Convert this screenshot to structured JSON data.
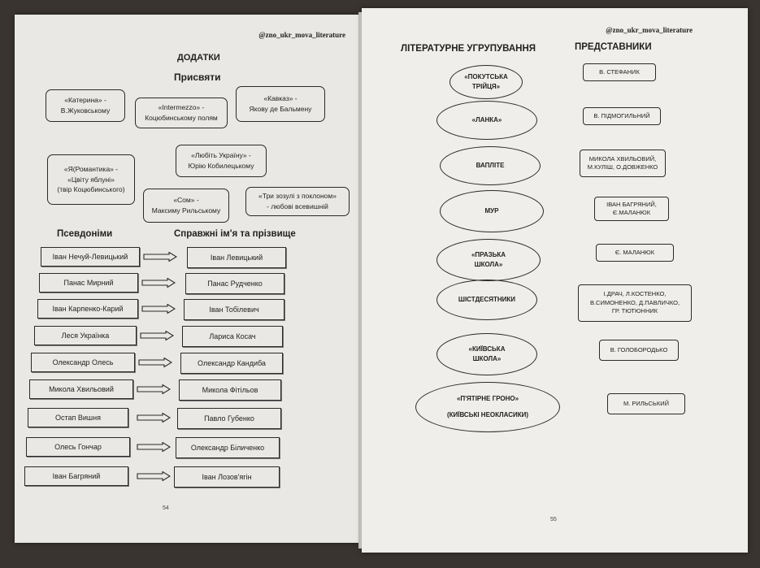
{
  "handle_left": "@zno_ukr_mova_literature",
  "handle_right": "@zno_ukr_mova_literature",
  "left": {
    "title": "ДОДАТКИ",
    "subtitle": "Присвяти",
    "dedications": [
      {
        "lines": [
          "«Катерина» -",
          "В.Жуковському"
        ]
      },
      {
        "lines": [
          "«Intermezzo» -",
          "Коцюбинському полям"
        ]
      },
      {
        "lines": [
          "«Кавказ» -",
          "Якову де Бальмену"
        ]
      },
      {
        "lines": [
          "«Я(Романтика» -",
          "«Цвіту яблуні»",
          "(твір Коцюбинського)"
        ]
      },
      {
        "lines": [
          "«Любіть Україну» -",
          "Юрію Кобилецькому"
        ]
      },
      {
        "lines": [
          "«Сом» -",
          "Максиму Рильському"
        ]
      },
      {
        "lines": [
          "«Три зозулі з поклоном»",
          "- любові всевишній"
        ]
      }
    ],
    "pseudonyms_header": "Псевдоніми",
    "real_names_header": "Справжні ім'я та прізвище",
    "pairs": [
      {
        "pseudonym": "Іван Нечуй-Левицький",
        "real": "Іван  Левицький"
      },
      {
        "pseudonym": "Панас Мирний",
        "real": "Панас Рудченко"
      },
      {
        "pseudonym": "Іван Карпенко-Карий",
        "real": "Іван Тобілевич"
      },
      {
        "pseudonym": "Леся Українка",
        "real": "Лариса Косач"
      },
      {
        "pseudonym": "Олександр Олесь",
        "real": "Олександр Кандиба"
      },
      {
        "pseudonym": "Микола Хвильовий",
        "real": "Микола Фітільов"
      },
      {
        "pseudonym": "Остап Вишня",
        "real": "Павло Губенко"
      },
      {
        "pseudonym": "Олесь Гончар",
        "real": "Олександр Біличенко"
      },
      {
        "pseudonym": "Іван Багряний",
        "real": "Іван Лозов'ягін"
      }
    ],
    "page_number": "54"
  },
  "right": {
    "header_groups": "ЛІТЕРАТУРНЕ УГРУПУВАННЯ",
    "header_reps": "ПРЕДСТАВНИКИ",
    "groups": [
      {
        "lines": [
          "«ПОКУТСЬКА",
          "ТРІЙЦЯ»"
        ],
        "reps": [
          "В. СТЕФАНИК"
        ]
      },
      {
        "lines": [
          "«ЛАНКА»"
        ],
        "reps": [
          "В. ПІДМОГИЛЬНИЙ"
        ]
      },
      {
        "lines": [
          "ВАПЛІТЕ"
        ],
        "reps": [
          "МИКОЛА ХВИЛЬОВИЙ,",
          "М.КУЛІШ, О.ДОВЖЕНКО"
        ]
      },
      {
        "lines": [
          "МУР"
        ],
        "reps": [
          "ІВАН БАГРЯНИЙ,",
          "Є.МАЛАНЮК"
        ]
      },
      {
        "lines": [
          "«ПРАЗЬКА",
          "ШКОЛА»"
        ],
        "reps": [
          "Є. МАЛАНЮК"
        ]
      },
      {
        "lines": [
          "ШІСТДЕСЯТНИКИ"
        ],
        "reps": [
          "І.ДРАЧ, Л.КОСТЕНКО,",
          "В.СИМОНЕНКО, Д.ПАВЛИЧКО,",
          "ГР. ТЮТЮННИК"
        ]
      },
      {
        "lines": [
          "«КИЇВСЬКА",
          "ШКОЛА»"
        ],
        "reps": [
          "В. ГОЛОБОРОДЬКО"
        ]
      },
      {
        "lines": [
          "«П'ЯТІРНЕ ГРОНО»",
          "(КИЇВСЬКІ НЕОКЛАСИКИ)"
        ],
        "reps": [
          "М. РИЛЬСЬКИЙ"
        ]
      }
    ],
    "page_number": "55"
  }
}
